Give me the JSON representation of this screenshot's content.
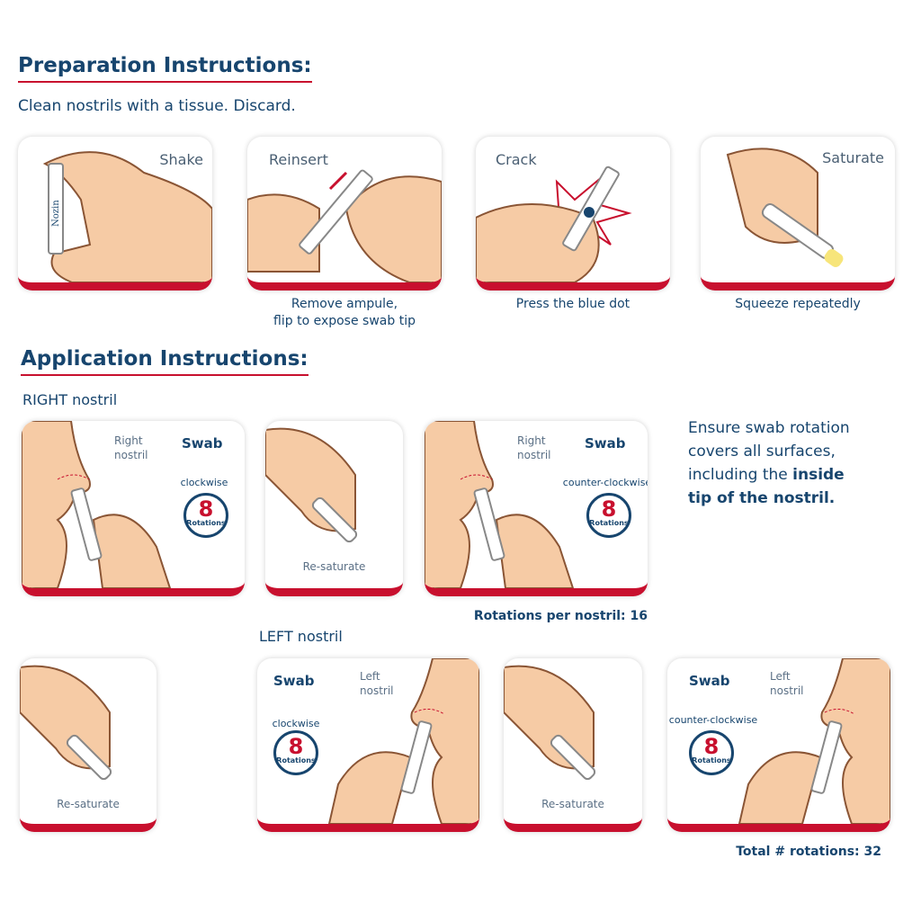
{
  "preparation": {
    "title": "Preparation Instructions:",
    "intro": "Clean nostrils with a tissue. Discard.",
    "steps": [
      {
        "label": "Shake",
        "caption": ""
      },
      {
        "label": "Reinsert",
        "caption_line1": "Remove ampule,",
        "caption_line2": "flip to expose swab tip"
      },
      {
        "label": "Crack",
        "caption": "Press the blue dot"
      },
      {
        "label": "Saturate",
        "caption": "Squeeze repeatedly"
      }
    ]
  },
  "application": {
    "title": "Application Instructions:",
    "right_label": "RIGHT nostril",
    "left_label": "LEFT nostril",
    "swab": "Swab",
    "right_nostril_1": "Right",
    "right_nostril_2": "nostril",
    "left_nostril_1": "Left",
    "left_nostril_2": "nostril",
    "clockwise": "clockwise",
    "counter_clockwise": "counter-clockwise",
    "rotations_count": "8",
    "rotations_word": "Rotations",
    "resaturate": "Re-saturate",
    "brand": "Nozin",
    "note_1": "Ensure swab rotation",
    "note_2": "covers all surfaces,",
    "note_3": "including the ",
    "note_bold_1": "inside",
    "note_bold_2": "tip of the nostril.",
    "per_nostril": "Rotations per nostril: 16",
    "total": "Total # rotations: 32"
  },
  "colors": {
    "navy": "#17456e",
    "red": "#c8102e",
    "skin": "#f6cba5"
  }
}
